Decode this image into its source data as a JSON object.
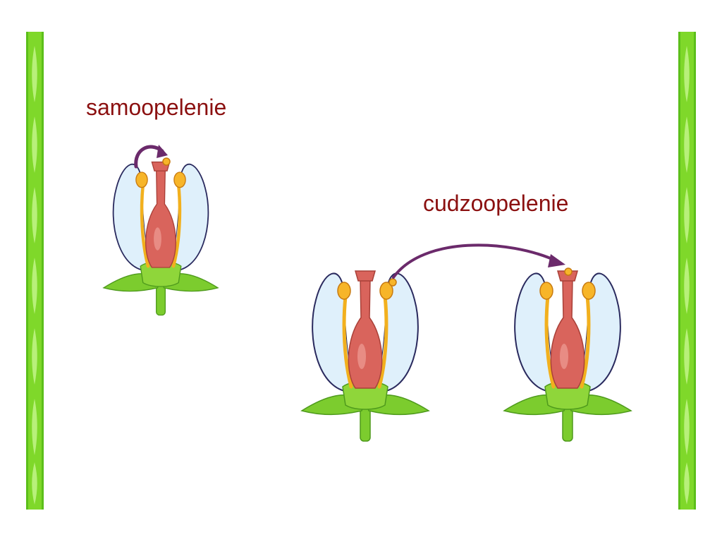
{
  "labels": {
    "self_pollination": "samoopelenie",
    "cross_pollination": "cudzoopelenie"
  },
  "colors": {
    "label_text": "#8b1010",
    "border_green": "#7fd82a",
    "border_dark": "#5cbf1a",
    "petal_outline": "#2a2a5e",
    "petal_fill": "#dff0fb",
    "pistil": "#d9645c",
    "stamen": "#f2b01e",
    "sepal": "#7ccc2e",
    "arrow": "#6b2a6b"
  },
  "icons": {
    "border": "leaf-pattern-border",
    "flower": "flower-cross-section-icon",
    "arrow": "pollen-transfer-arrow"
  }
}
